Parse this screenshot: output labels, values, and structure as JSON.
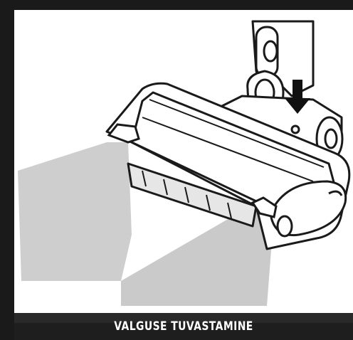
{
  "caption": {
    "text": "VALGUSE TUVASTAMINE"
  },
  "colors": {
    "frame": "#1a1a1a",
    "caption_bar": "#1e1e1e",
    "light_beam": "#c8c8c8",
    "arrow": "#111111",
    "device_line": "#1a1a1a"
  },
  "icons": [
    "vacuum-floor-head-illustration",
    "down-arrow-icon",
    "light-beam-left",
    "light-beam-right"
  ]
}
